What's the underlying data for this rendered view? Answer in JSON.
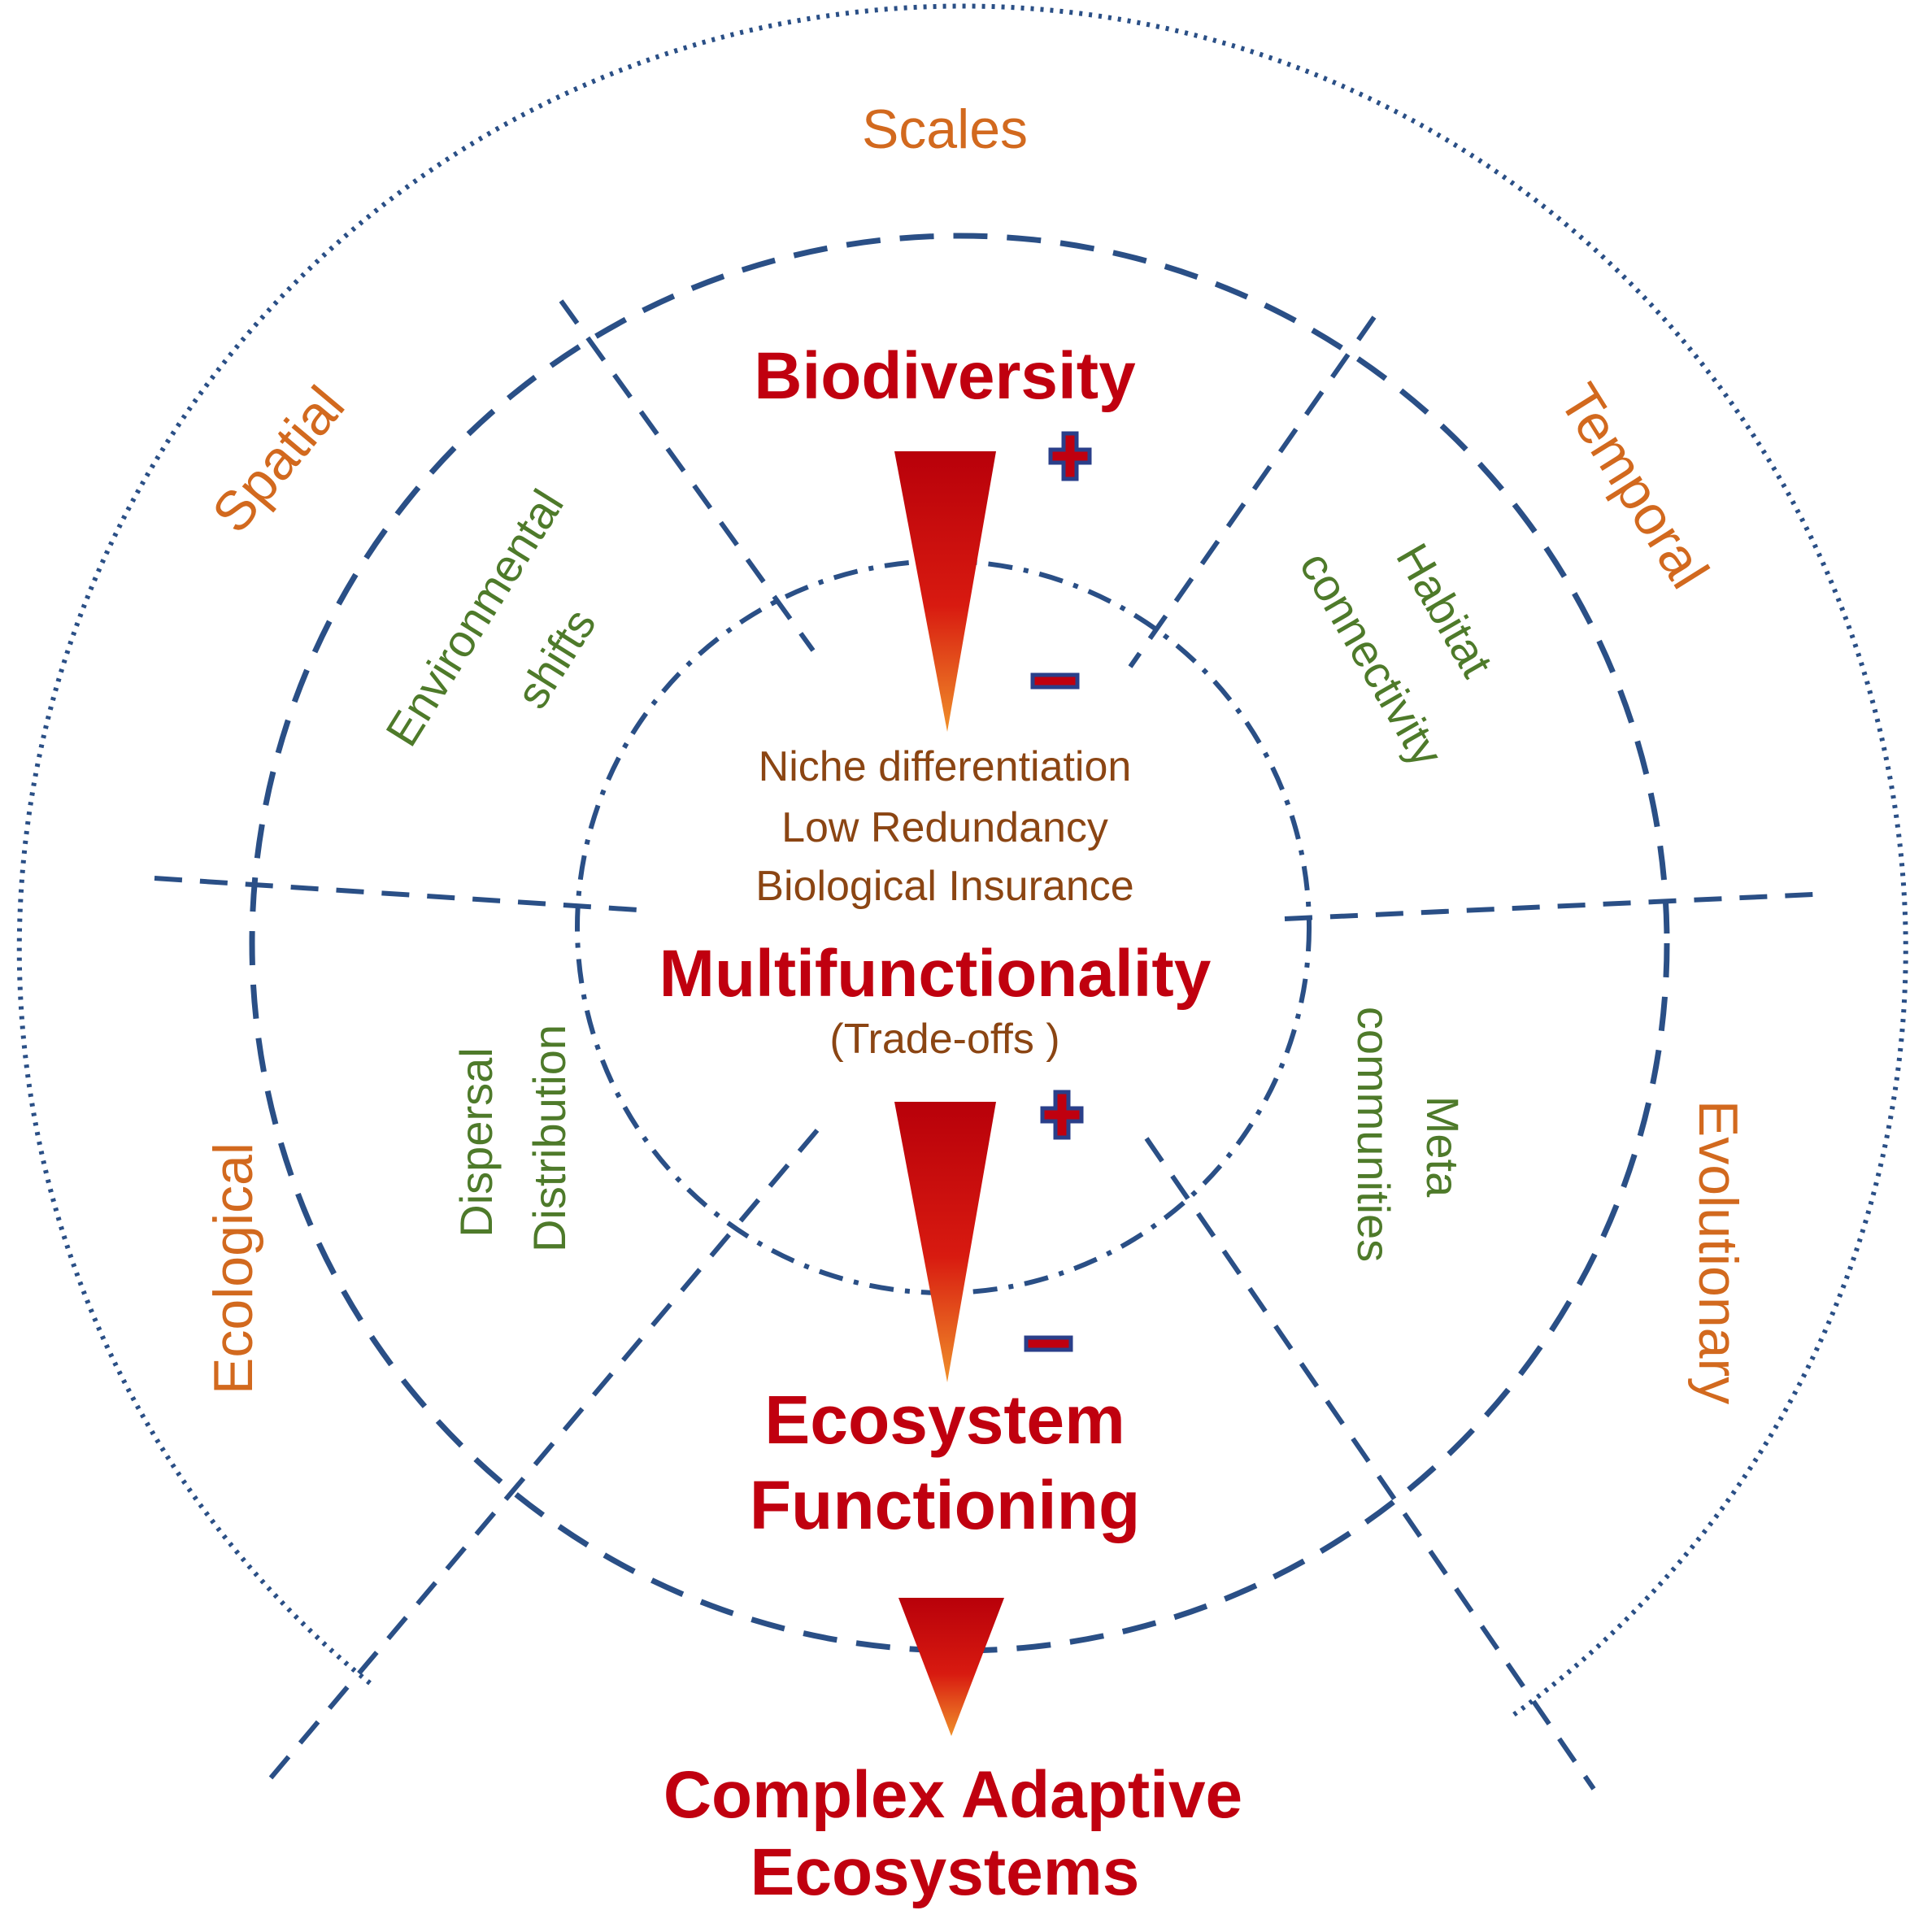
{
  "scales": {
    "top": "Scales",
    "spatial": "Spatial",
    "temporal": "Temporal",
    "ecological": "Ecological",
    "evolutionary": "Evolutionary"
  },
  "factors": {
    "environmental_1": "Environmental",
    "environmental_2": "shifts",
    "habitat_1": "Habitat",
    "habitat_2": "connectivity",
    "dispersal_1": "Dispersal",
    "dispersal_2": "Distribution",
    "meta_1": "Meta",
    "meta_2": "communities"
  },
  "mechanisms": {
    "line1": "Niche differentiation",
    "line2": "Low Redundancy",
    "line3": "Biological Insurance"
  },
  "nodes": {
    "biodiversity": "Biodiversity",
    "multifunctionality": "Multifunctionality",
    "tradeoffs": "(Trade-offs )",
    "ecosystem_1": "Ecosystem",
    "ecosystem_2": "Functioning",
    "complex_1": "Complex Adaptive",
    "complex_2": "Ecosystems"
  },
  "signs": {
    "plus": "+",
    "minus": "−"
  },
  "colors": {
    "scale_text": "#d2691e",
    "factor_text": "#4e7a2a",
    "mechanism_text": "#8b4513",
    "main_text": "#c0000f",
    "lines": "#2a4f86"
  }
}
